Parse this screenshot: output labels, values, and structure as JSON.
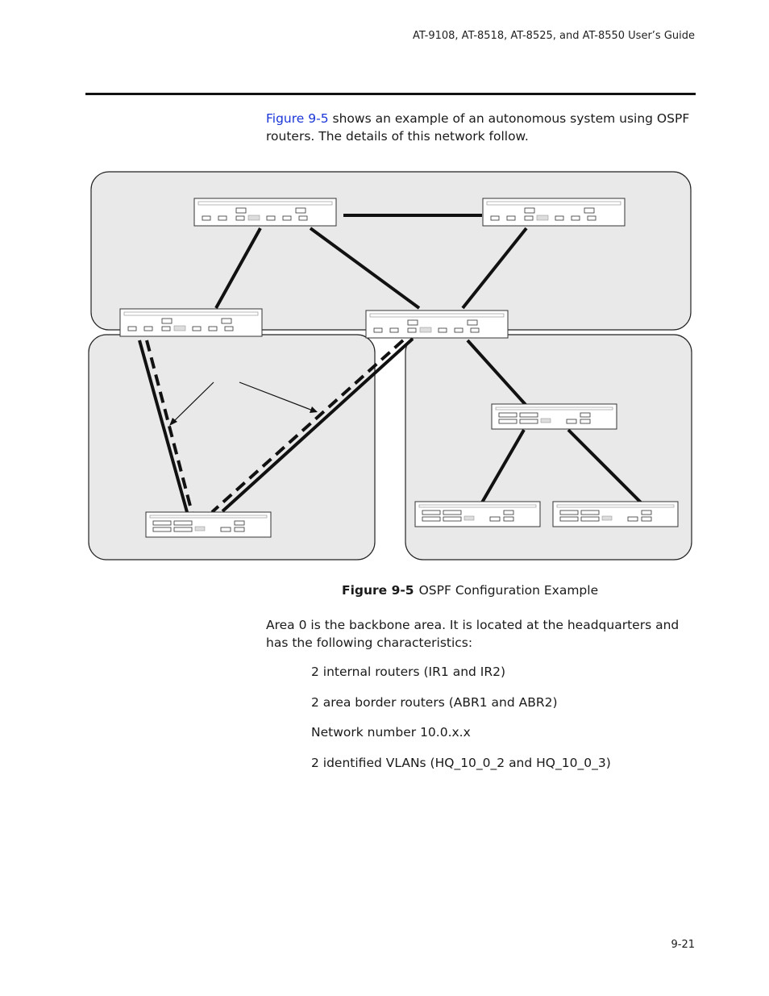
{
  "header": {
    "running_title": "AT-9108, AT-8518, AT-8525, and AT-8550  User’s Guide"
  },
  "intro": {
    "xref": "Figure 9-5",
    "text": " shows an example of an autonomous system using OSPF routers. The details of this network follow."
  },
  "figure": {
    "number": "Figure 9-5",
    "title": "OSPF Configuration Example",
    "devices": [
      {
        "id": "ir1",
        "kind": "chassis-switch"
      },
      {
        "id": "ir2",
        "kind": "chassis-switch"
      },
      {
        "id": "abr1",
        "kind": "chassis-switch"
      },
      {
        "id": "abr2",
        "kind": "chassis-switch"
      },
      {
        "id": "area1-router",
        "kind": "fixed-switch"
      },
      {
        "id": "area2-hub",
        "kind": "fixed-switch"
      },
      {
        "id": "area2-left",
        "kind": "fixed-switch"
      },
      {
        "id": "area2-right",
        "kind": "fixed-switch"
      }
    ]
  },
  "body": {
    "paragraph": "Area 0 is the backbone area. It is located at the headquarters and has the following characteristics:",
    "bullets": [
      "2 internal routers (IR1 and IR2)",
      "2 area border routers (ABR1 and ABR2)",
      "Network number 10.0.x.x",
      "2 identified VLANs (HQ_10_0_2 and HQ_10_0_3)"
    ]
  },
  "footer": {
    "page_number": "9-21"
  }
}
